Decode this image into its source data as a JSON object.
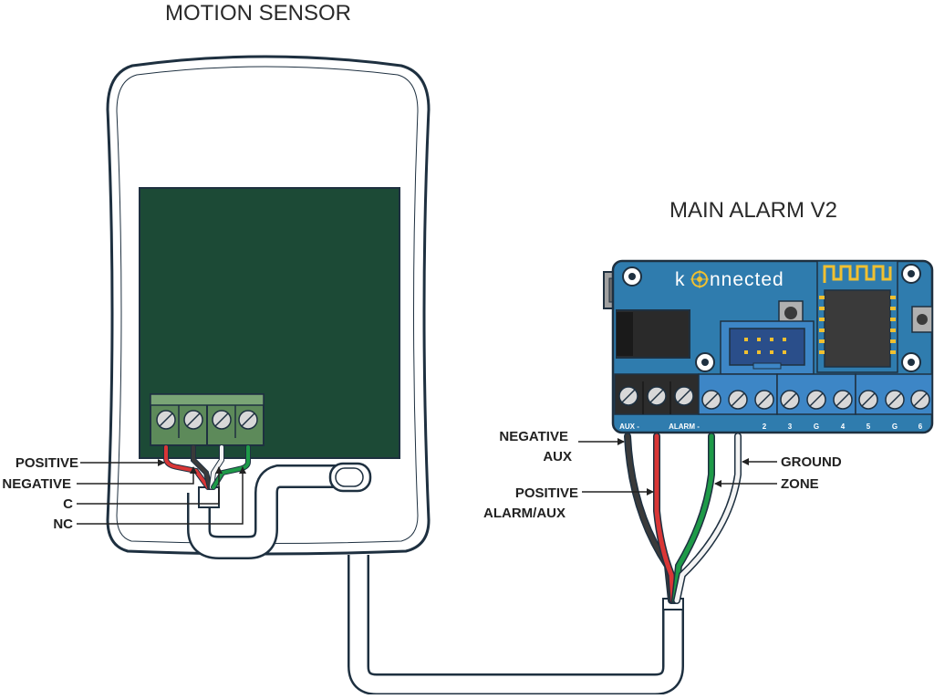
{
  "titles": {
    "motion_sensor": "MOTION SENSOR",
    "main_alarm": "MAIN ALARM V2"
  },
  "sensor_labels": {
    "positive": "POSITIVE",
    "negative": "NEGATIVE",
    "c": "C",
    "nc": "NC"
  },
  "board": {
    "brand_prefix": "k",
    "brand_suffix": "nnected",
    "pin_labels": [
      "AUX -",
      "ALARM -",
      "2",
      "3",
      "G",
      "4",
      "5",
      "G",
      "6"
    ]
  },
  "alarm_labels": {
    "negative_aux_line1": "NEGATIVE",
    "negative_aux_line2": "AUX",
    "positive_line1": "POSITIVE",
    "positive_line2": "ALARM/AUX",
    "ground": "GROUND",
    "zone": "ZONE"
  },
  "colors": {
    "outline": "#1e3040",
    "pcb_green": "#1c4a36",
    "terminal_green": "#5d8a5a",
    "board_blue": "#2f7cae",
    "terminal_blue": "#3d86c6",
    "terminal_black": "#2c2c2c",
    "wire_red": "#d93636",
    "wire_green": "#1e9a48",
    "wire_black": "#3a3a3a",
    "gold": "#f0c030"
  }
}
